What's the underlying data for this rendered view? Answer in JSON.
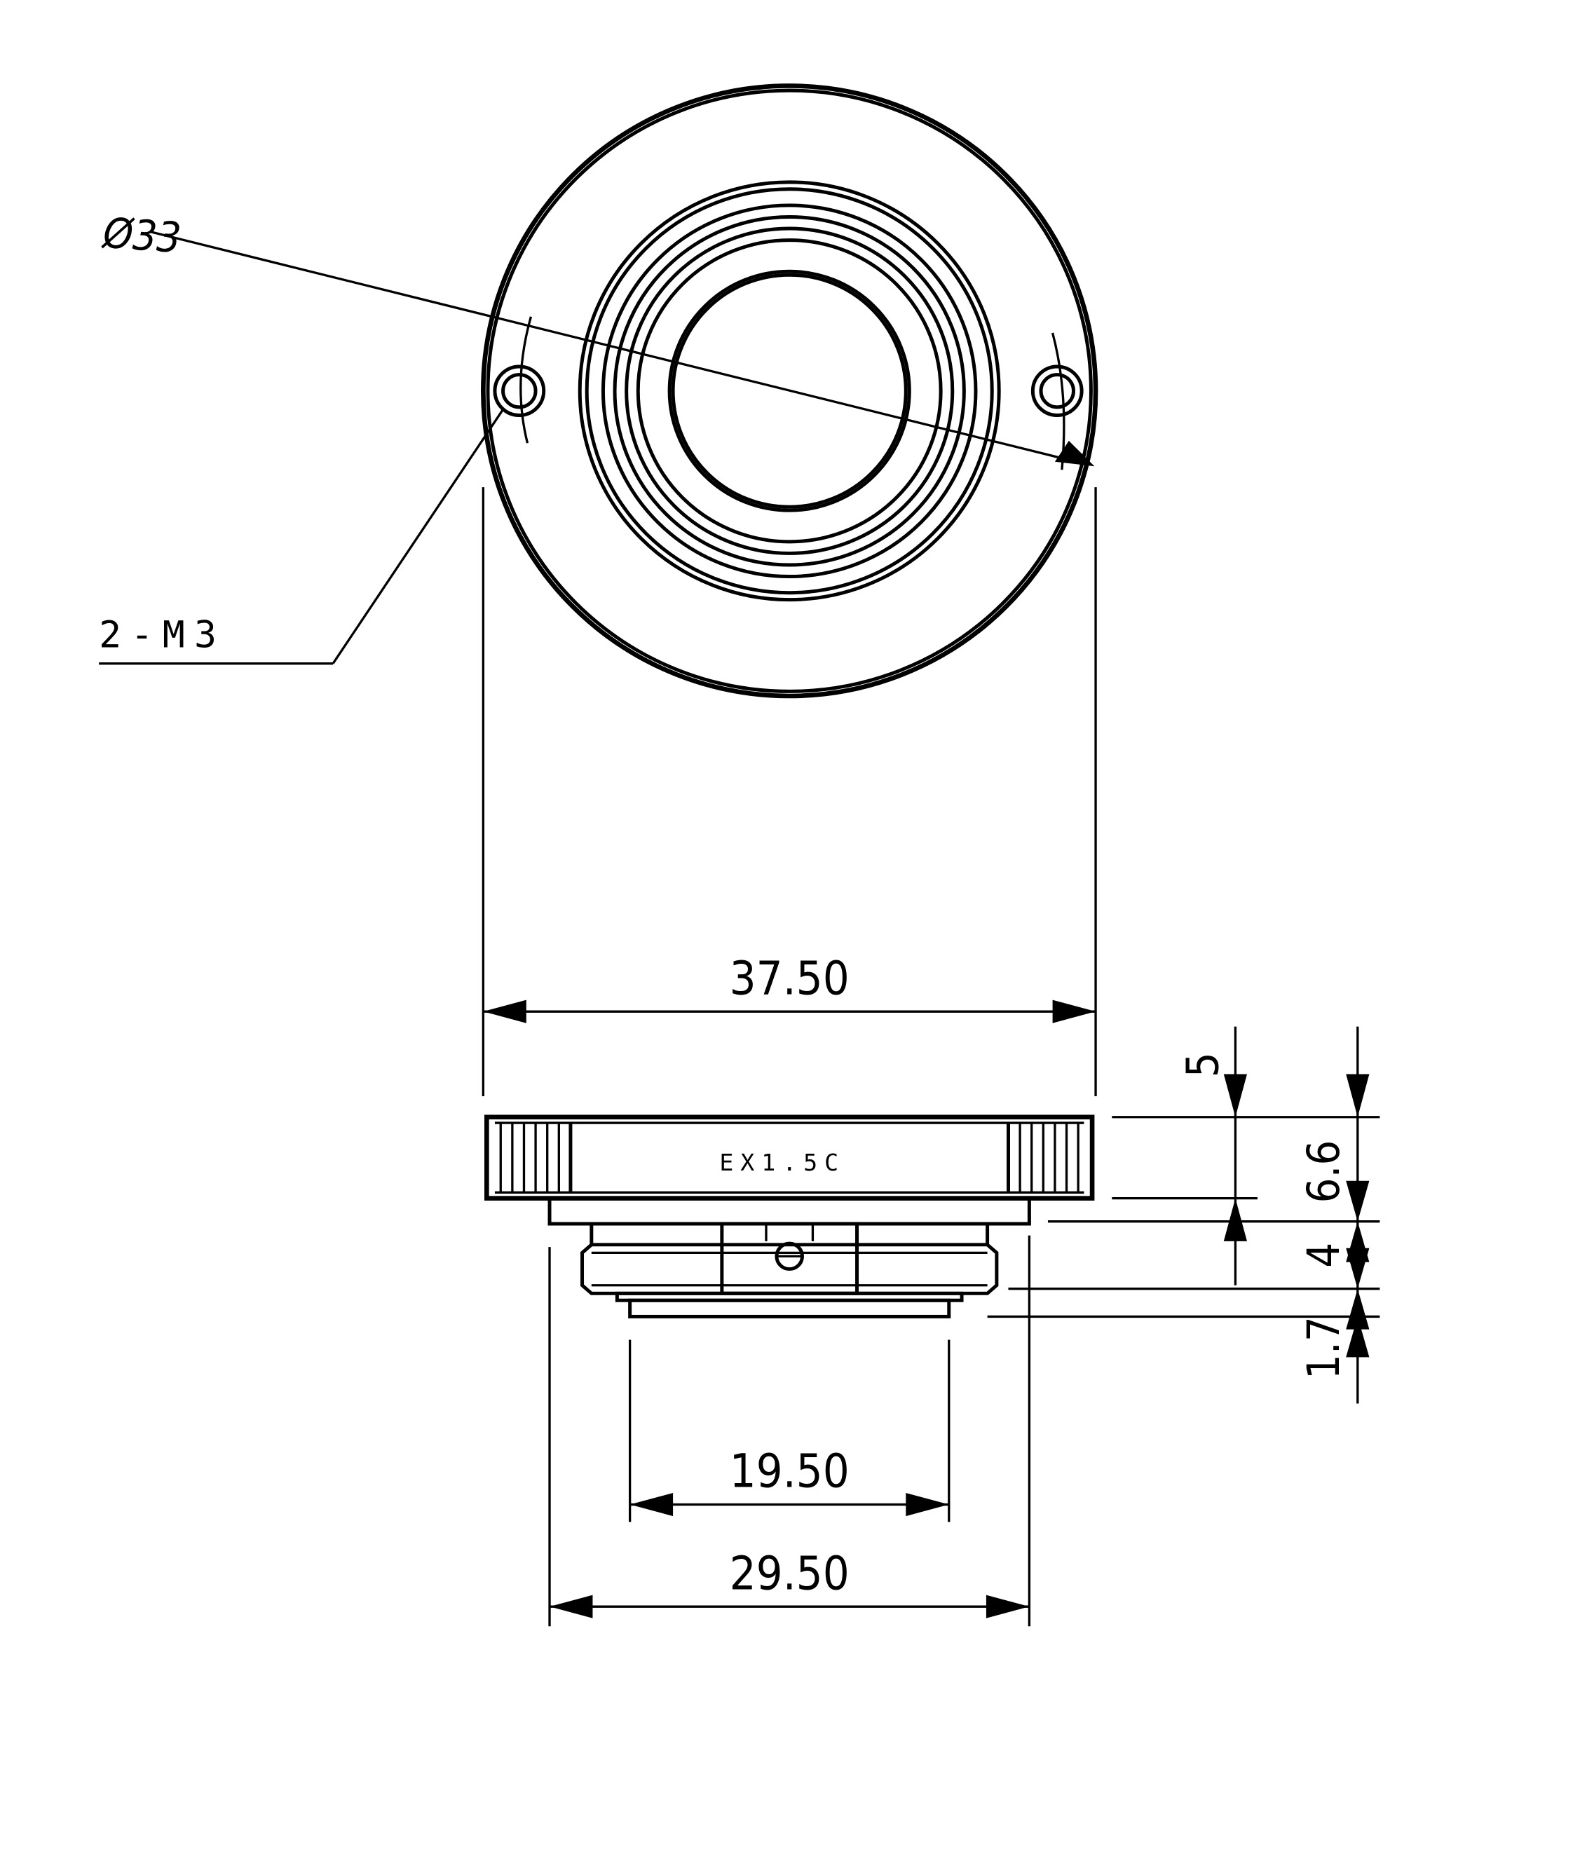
{
  "labels": {
    "diameter": "Ø33",
    "thread": "2-M3",
    "marking": "EX1.5C"
  },
  "dimensions": {
    "outer_width": "37.50",
    "inner_width": "19.50",
    "mid_width": "29.50",
    "h1": "5",
    "h2": "6.6",
    "h3": "4",
    "h4": "1.7"
  }
}
